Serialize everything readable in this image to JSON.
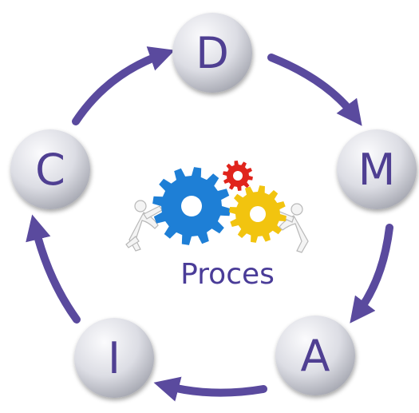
{
  "diagram": {
    "stages": [
      {
        "id": "define",
        "letter": "D"
      },
      {
        "id": "measure",
        "letter": "M"
      },
      {
        "id": "analyze",
        "letter": "A"
      },
      {
        "id": "improve",
        "letter": "I"
      },
      {
        "id": "control",
        "letter": "C"
      }
    ],
    "center_label": "Proces"
  },
  "colors": {
    "arrow": "#5a4a9e",
    "letter": "#4f3f92",
    "label": "#4a3c98",
    "node_light": "#fbfbfd",
    "node_mid": "#dcdde4",
    "node_dark": "#9fa1ab",
    "gear_blue": "#1e7fd6",
    "gear_yellow": "#f2c40f",
    "gear_red": "#e0241c"
  }
}
